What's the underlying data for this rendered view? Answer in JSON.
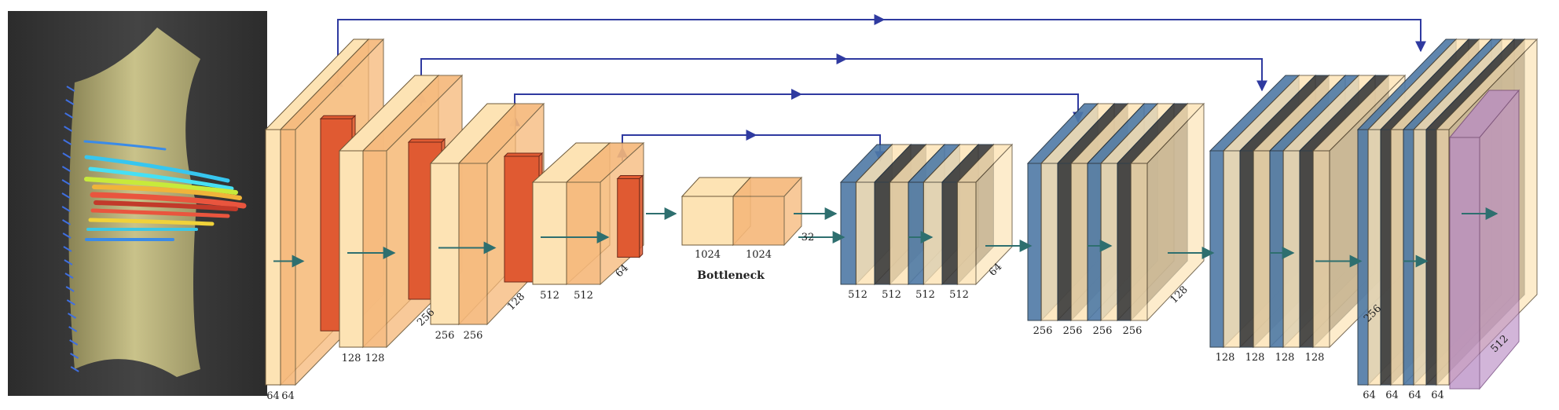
{
  "bottleneck_title": "Bottleneck",
  "colors": {
    "conv": "#fde3b4",
    "conv_band": "#f6b87a",
    "pool": "#e05a32",
    "decoder": "#4f7aa6",
    "decoder_dark": "#3b3b3b",
    "softmax": "#b88bc4",
    "skip_arrow": "#2f3aa0",
    "flow_arrow": "#2e6f6f",
    "inset_bg": "#3a3a3a"
  },
  "inset": {
    "label": "3d-surface-streamlines-image"
  },
  "encoder": [
    {
      "id": "e1",
      "labels": [
        "64",
        "64"
      ],
      "depth_label": "",
      "pool": true
    },
    {
      "id": "e2",
      "labels": [
        "128",
        "128"
      ],
      "depth_label": "256",
      "pool": true
    },
    {
      "id": "e3",
      "labels": [
        "256",
        "256"
      ],
      "depth_label": "128",
      "pool": true
    },
    {
      "id": "e4",
      "labels": [
        "512",
        "512"
      ],
      "depth_label": "64",
      "pool": true
    }
  ],
  "bottleneck": {
    "labels": [
      "1024",
      "1024"
    ],
    "depth_label": "32"
  },
  "decoder": [
    {
      "id": "d1",
      "labels": [
        "512",
        "512",
        "512",
        "512"
      ],
      "depth_label": "64"
    },
    {
      "id": "d2",
      "labels": [
        "256",
        "256",
        "256",
        "256"
      ],
      "depth_label": "128"
    },
    {
      "id": "d3",
      "labels": [
        "128",
        "128",
        "128",
        "128"
      ],
      "depth_label": "256"
    },
    {
      "id": "d4",
      "labels": [
        "64",
        "64",
        "64",
        "64"
      ],
      "depth_label": "512"
    }
  ]
}
